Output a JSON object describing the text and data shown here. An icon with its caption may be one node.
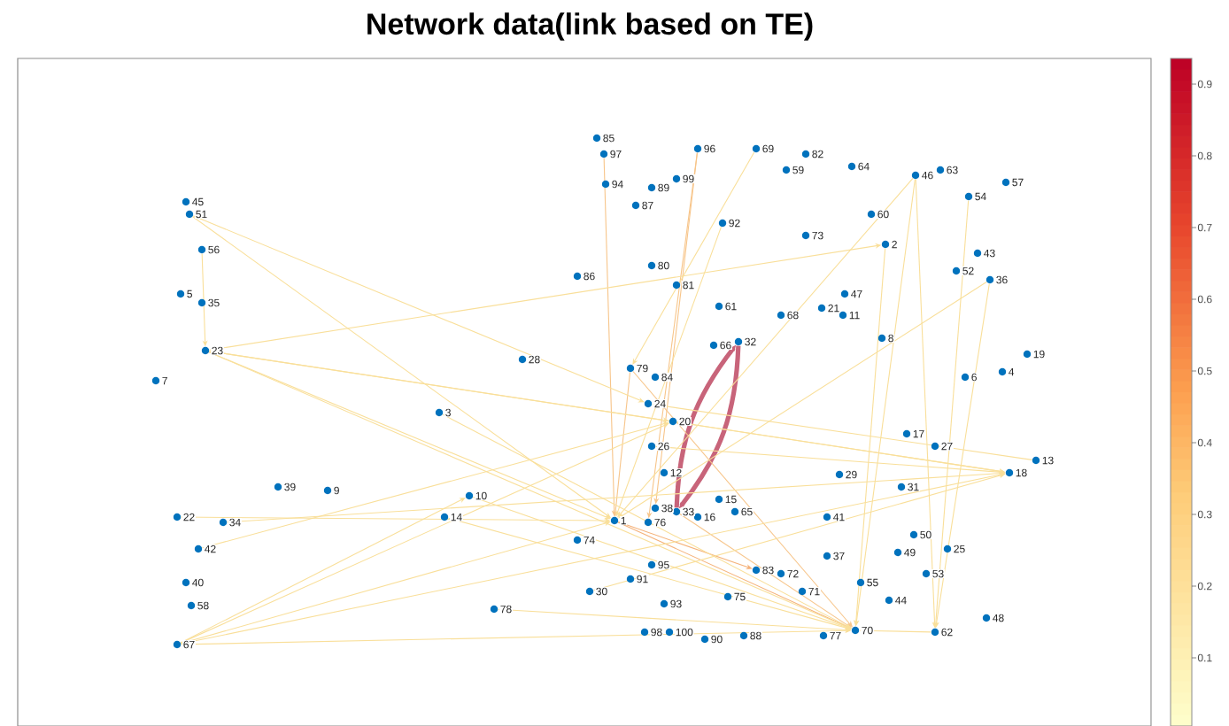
{
  "diagram": {
    "title": "Network data(link based on TE)",
    "nodes": [
      {
        "text": [
          "1"
        ]
      },
      {
        "text": [
          "2"
        ]
      },
      {
        "text": [
          "3"
        ]
      },
      {
        "text": [
          "4"
        ]
      },
      {
        "text": [
          "5"
        ]
      },
      {
        "text": [
          "6"
        ]
      },
      {
        "text": [
          "7"
        ]
      },
      {
        "text": [
          "8"
        ]
      },
      {
        "text": [
          "9"
        ]
      },
      {
        "text": [
          "10"
        ]
      },
      {
        "text": [
          "11"
        ]
      },
      {
        "text": [
          "12"
        ]
      },
      {
        "text": [
          "13"
        ]
      },
      {
        "text": [
          "14"
        ]
      },
      {
        "text": [
          "15"
        ]
      },
      {
        "text": [
          "16"
        ]
      },
      {
        "text": [
          "17"
        ]
      },
      {
        "text": [
          "18"
        ]
      },
      {
        "text": [
          "19"
        ]
      },
      {
        "text": [
          "20"
        ]
      },
      {
        "text": [
          "21"
        ]
      },
      {
        "text": [
          "22"
        ]
      },
      {
        "text": [
          "23"
        ]
      },
      {
        "text": [
          "24"
        ]
      },
      {
        "text": [
          "25"
        ]
      },
      {
        "text": [
          "26"
        ]
      },
      {
        "text": [
          "27"
        ]
      },
      {
        "text": [
          "28"
        ]
      },
      {
        "text": [
          "29"
        ]
      },
      {
        "text": [
          "30"
        ]
      },
      {
        "text": [
          "31"
        ]
      },
      {
        "text": [
          "32"
        ]
      },
      {
        "text": [
          "33"
        ]
      },
      {
        "text": [
          "34"
        ]
      },
      {
        "text": [
          "35"
        ]
      },
      {
        "text": [
          "36"
        ]
      },
      {
        "text": [
          "37"
        ]
      },
      {
        "text": [
          "38"
        ]
      },
      {
        "text": [
          "39"
        ]
      },
      {
        "text": [
          "40"
        ]
      },
      {
        "text": [
          "41"
        ]
      },
      {
        "text": [
          "42"
        ]
      },
      {
        "text": [
          "43"
        ]
      },
      {
        "text": [
          "44"
        ]
      },
      {
        "text": [
          "45"
        ]
      },
      {
        "text": [
          "46"
        ]
      },
      {
        "text": [
          "47"
        ]
      },
      {
        "text": [
          "48"
        ]
      },
      {
        "text": [
          "49"
        ]
      },
      {
        "text": [
          "50"
        ]
      },
      {
        "text": [
          "51"
        ]
      },
      {
        "text": [
          "52"
        ]
      },
      {
        "text": [
          "53"
        ]
      },
      {
        "text": [
          "54"
        ]
      },
      {
        "text": [
          "55"
        ]
      },
      {
        "text": [
          "56"
        ]
      },
      {
        "text": [
          "57"
        ]
      },
      {
        "text": [
          "58"
        ]
      },
      {
        "text": [
          "59"
        ]
      },
      {
        "text": [
          "60"
        ]
      },
      {
        "text": [
          "61"
        ]
      },
      {
        "text": [
          "62"
        ]
      },
      {
        "text": [
          "63"
        ]
      },
      {
        "text": [
          "64"
        ]
      },
      {
        "text": [
          "65"
        ]
      },
      {
        "text": [
          "66"
        ]
      },
      {
        "text": [
          "67"
        ]
      },
      {
        "text": [
          "68"
        ]
      },
      {
        "text": [
          "69"
        ]
      },
      {
        "text": [
          "70"
        ]
      },
      {
        "text": [
          "71"
        ]
      },
      {
        "text": [
          "72"
        ]
      },
      {
        "text": [
          "73"
        ]
      },
      {
        "text": [
          "74"
        ]
      },
      {
        "text": [
          "75"
        ]
      },
      {
        "text": [
          "76"
        ]
      },
      {
        "text": [
          "77"
        ]
      },
      {
        "text": [
          "78"
        ]
      },
      {
        "text": [
          "79"
        ]
      },
      {
        "text": [
          "80"
        ]
      },
      {
        "text": [
          "81"
        ]
      },
      {
        "text": [
          "82"
        ]
      },
      {
        "text": [
          "83"
        ]
      },
      {
        "text": [
          "84"
        ]
      },
      {
        "text": [
          "85"
        ]
      },
      {
        "text": [
          "86"
        ]
      },
      {
        "text": [
          "87"
        ]
      },
      {
        "text": [
          "88"
        ]
      },
      {
        "text": [
          "89"
        ]
      },
      {
        "text": [
          "90"
        ]
      },
      {
        "text": [
          "91"
        ]
      },
      {
        "text": [
          "92"
        ]
      },
      {
        "text": [
          "93"
        ]
      },
      {
        "text": [
          "94"
        ]
      },
      {
        "text": [
          "95"
        ]
      },
      {
        "text": [
          "96"
        ]
      },
      {
        "text": [
          "97"
        ]
      },
      {
        "text": [
          "98"
        ]
      },
      {
        "text": [
          "99"
        ]
      },
      {
        "text": [
          "100"
        ]
      }
    ],
    "edges": [
      {
        "from": 32,
        "to": 31,
        "arrow": "to",
        "style": "thick",
        "color": "#c8647a"
      },
      {
        "from": 31,
        "to": 32,
        "arrow": "to",
        "style": "thick",
        "color": "#c8647a"
      },
      {
        "from": 0,
        "to": 69,
        "arrow": "to",
        "color": "#f5b27a"
      },
      {
        "from": 0,
        "to": 82,
        "arrow": "to",
        "color": "#f5b27a"
      },
      {
        "from": 32,
        "to": 69,
        "arrow": "to",
        "color": "#f7c58a"
      },
      {
        "from": 96,
        "to": 0,
        "arrow": "to",
        "color": "#f7c58a"
      },
      {
        "from": 95,
        "to": 75,
        "arrow": "to",
        "color": "#f7c58a"
      },
      {
        "from": 95,
        "to": 37,
        "arrow": "to",
        "color": "#f7c58a"
      },
      {
        "from": 78,
        "to": 0,
        "arrow": "to",
        "color": "#f7c58a"
      },
      {
        "from": 78,
        "to": 69,
        "arrow": "to",
        "color": "#f7c58a"
      },
      {
        "from": 22,
        "to": 19,
        "arrow": "to"
      },
      {
        "from": 22,
        "to": 17,
        "arrow": "to"
      },
      {
        "from": 22,
        "to": 0,
        "arrow": "to"
      },
      {
        "from": 22,
        "to": 69,
        "arrow": "to"
      },
      {
        "from": 22,
        "to": 1,
        "arrow": "to"
      },
      {
        "from": 50,
        "to": 0,
        "arrow": "to"
      },
      {
        "from": 50,
        "to": 23,
        "arrow": "to"
      },
      {
        "from": 55,
        "to": 22,
        "arrow": "to"
      },
      {
        "from": 66,
        "to": 0,
        "arrow": "to"
      },
      {
        "from": 66,
        "to": 69,
        "arrow": "to"
      },
      {
        "from": 66,
        "to": 9,
        "arrow": "to"
      },
      {
        "from": 66,
        "to": 19,
        "arrow": "to"
      },
      {
        "from": 66,
        "to": 17,
        "arrow": "to"
      },
      {
        "from": 33,
        "to": 17,
        "arrow": "to"
      },
      {
        "from": 21,
        "to": 0,
        "arrow": "to"
      },
      {
        "from": 41,
        "to": 19,
        "arrow": "to"
      },
      {
        "from": 45,
        "to": 0,
        "arrow": "to"
      },
      {
        "from": 45,
        "to": 69,
        "arrow": "to"
      },
      {
        "from": 45,
        "to": 61,
        "arrow": "to"
      },
      {
        "from": 35,
        "to": 61,
        "arrow": "to"
      },
      {
        "from": 35,
        "to": 0,
        "arrow": "to"
      },
      {
        "from": 53,
        "to": 61,
        "arrow": "to"
      },
      {
        "from": 1,
        "to": 69,
        "arrow": "to"
      },
      {
        "from": 25,
        "to": 17,
        "arrow": "to"
      },
      {
        "from": 19,
        "to": 17,
        "arrow": "to"
      },
      {
        "from": 12,
        "to": 23,
        "arrow": "to"
      },
      {
        "from": 61,
        "to": 69,
        "arrow": "to"
      },
      {
        "from": 77,
        "to": 69,
        "arrow": "to"
      },
      {
        "from": 68,
        "to": 78,
        "arrow": "to"
      },
      {
        "from": 91,
        "to": 0,
        "arrow": "to"
      },
      {
        "from": 9,
        "to": 69,
        "arrow": "to"
      },
      {
        "from": 13,
        "to": 69,
        "arrow": "to"
      },
      {
        "from": 2,
        "to": 69,
        "arrow": "to"
      },
      {
        "from": 29,
        "to": 17,
        "arrow": "to"
      }
    ],
    "labels": [
      "0.1",
      "0.2",
      "0.3",
      "0.4",
      "0.5",
      "0.6",
      "0.7",
      "0.8",
      "0.9"
    ]
  }
}
